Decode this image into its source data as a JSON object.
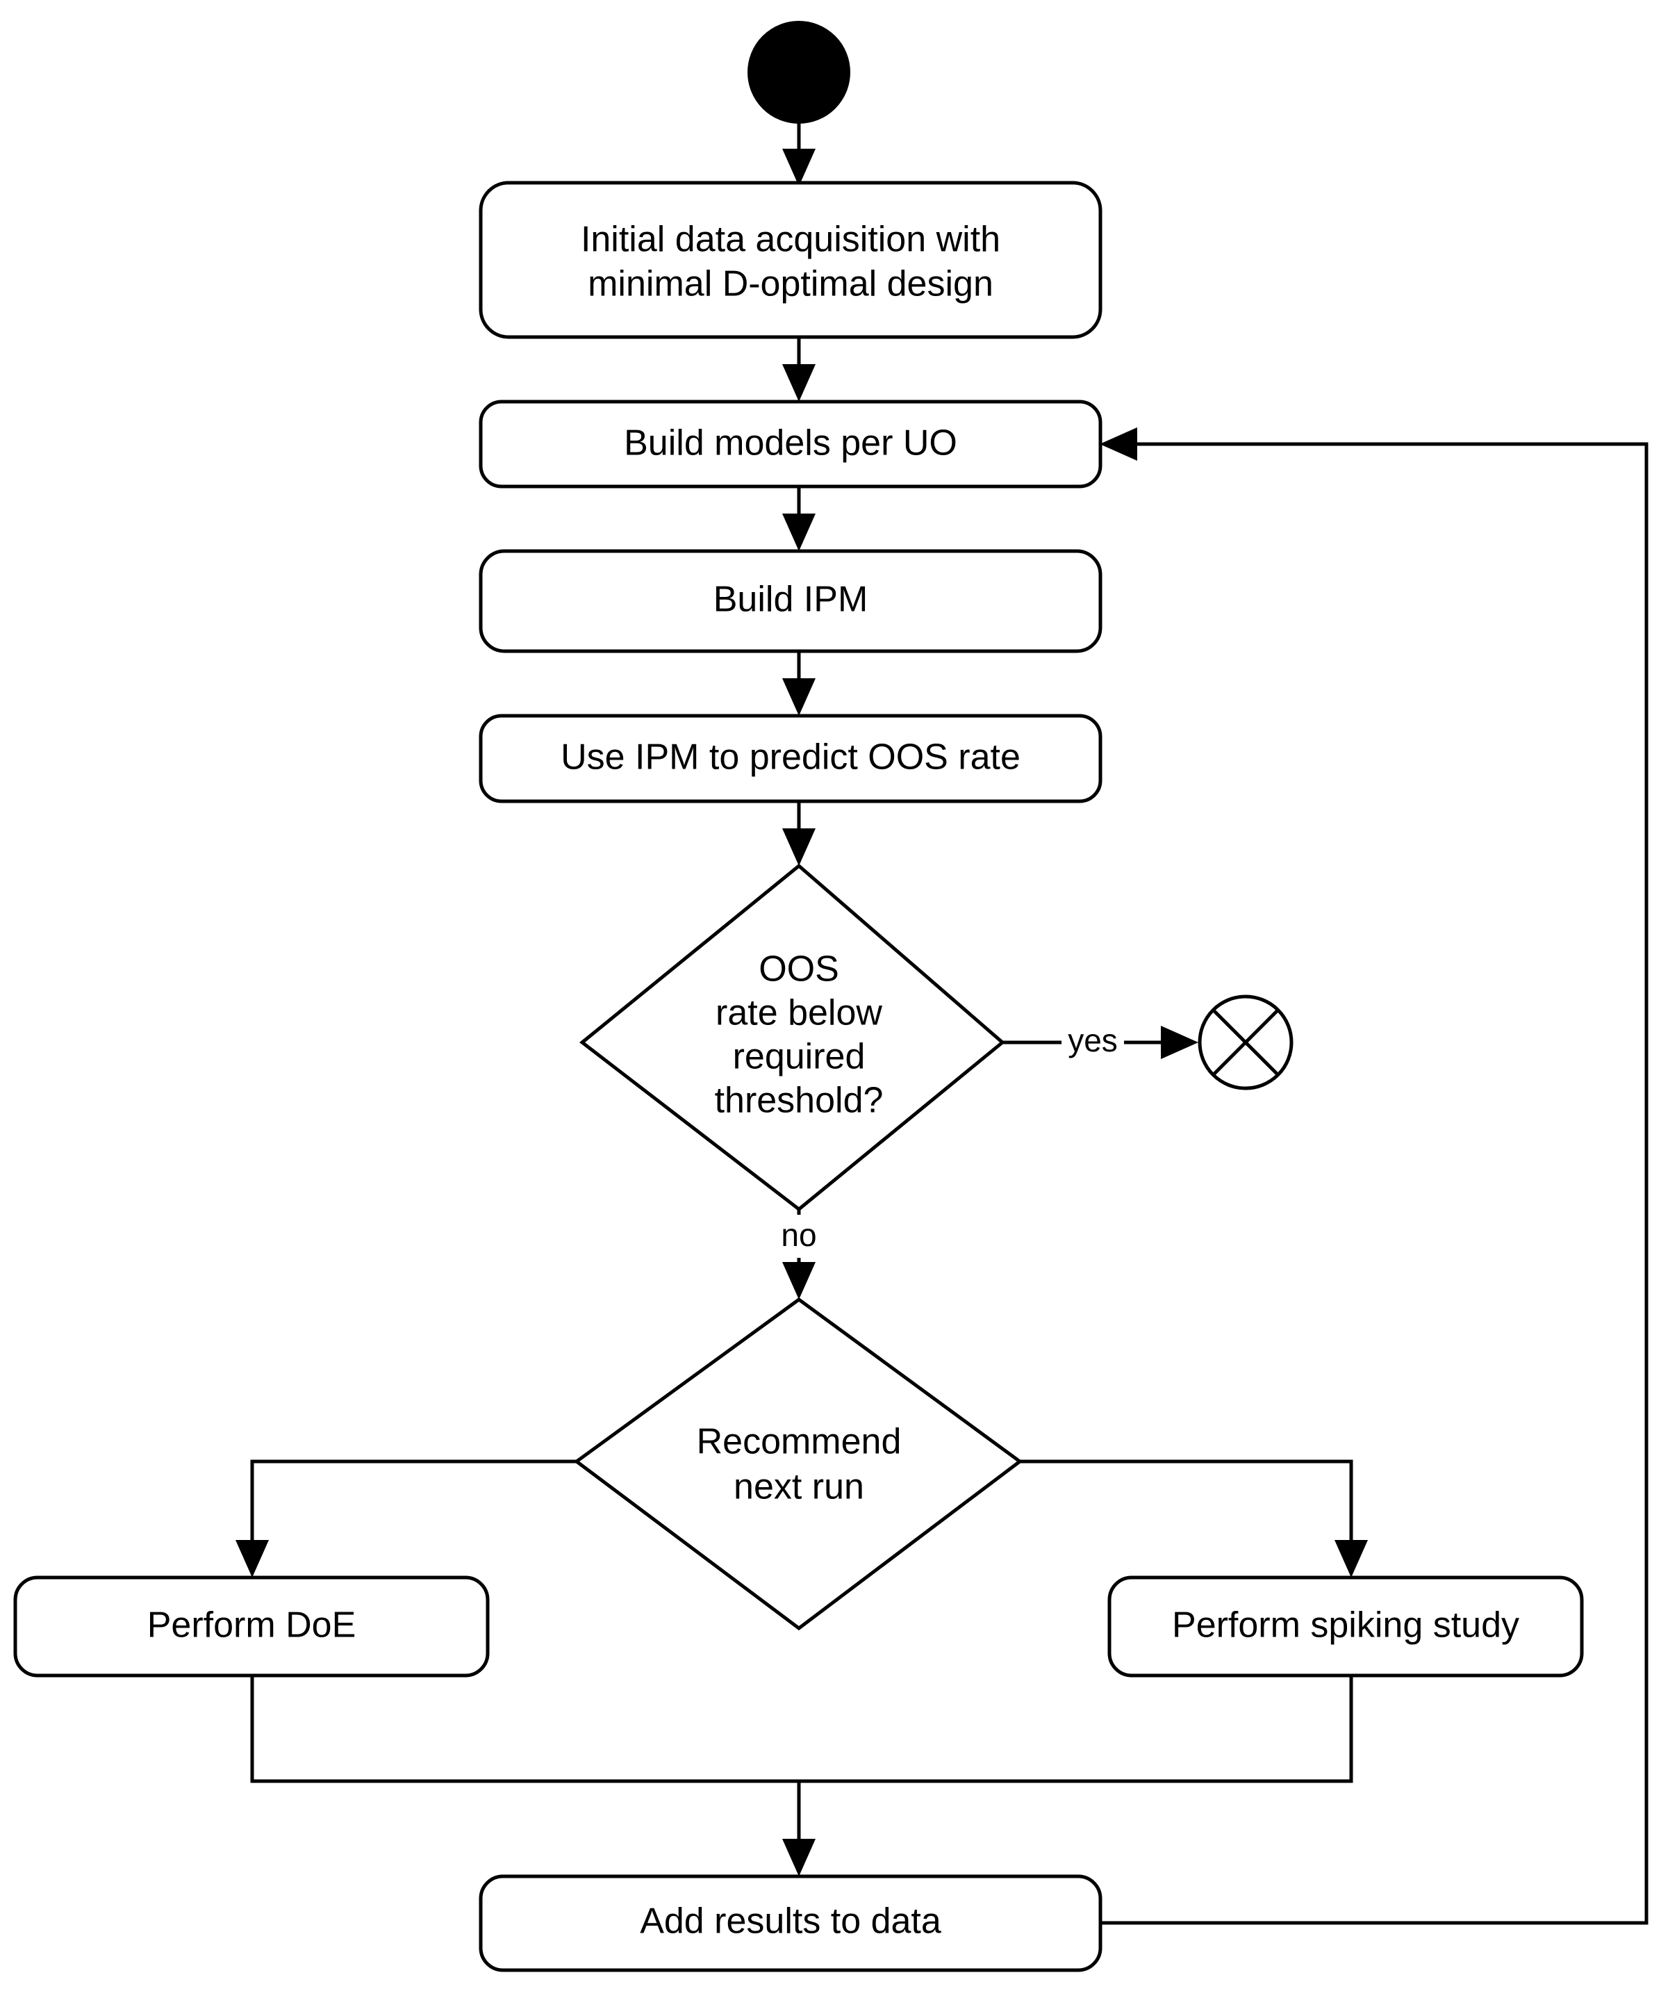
{
  "diagram": {
    "type": "activity-flowchart",
    "background_color": "#ffffff",
    "line_color": "#000000",
    "text_color": "#000000",
    "nodes": [
      {
        "id": "start",
        "kind": "initial-node",
        "label": ""
      },
      {
        "id": "initial_data",
        "kind": "action",
        "label_line1": "Initial data acquisition with",
        "label_line2": "minimal D-optimal design"
      },
      {
        "id": "build_models",
        "kind": "action",
        "label": "Build models per UO"
      },
      {
        "id": "build_ipm",
        "kind": "action",
        "label": "Build IPM"
      },
      {
        "id": "use_ipm",
        "kind": "action",
        "label": "Use IPM to predict OOS rate"
      },
      {
        "id": "oos_check",
        "kind": "decision",
        "label_line1": "OOS",
        "label_line2": "rate below",
        "label_line3": "required",
        "label_line4": "threshold?"
      },
      {
        "id": "flow_final",
        "kind": "flow-final-node",
        "label": ""
      },
      {
        "id": "recommend",
        "kind": "decision",
        "label_line1": "Recommend",
        "label_line2": "next run"
      },
      {
        "id": "perform_doe",
        "kind": "action",
        "label": "Perform DoE"
      },
      {
        "id": "perform_spike",
        "kind": "action",
        "label": "Perform spiking study"
      },
      {
        "id": "add_results",
        "kind": "action",
        "label": "Add results to data"
      }
    ],
    "edge_labels": {
      "yes": "yes",
      "no": "no"
    },
    "edges": [
      {
        "from": "start",
        "to": "initial_data",
        "label": ""
      },
      {
        "from": "initial_data",
        "to": "build_models",
        "label": ""
      },
      {
        "from": "build_models",
        "to": "build_ipm",
        "label": ""
      },
      {
        "from": "build_ipm",
        "to": "use_ipm",
        "label": ""
      },
      {
        "from": "use_ipm",
        "to": "oos_check",
        "label": ""
      },
      {
        "from": "oos_check",
        "to": "flow_final",
        "label": "yes"
      },
      {
        "from": "oos_check",
        "to": "recommend",
        "label": "no"
      },
      {
        "from": "recommend",
        "to": "perform_doe",
        "label": ""
      },
      {
        "from": "recommend",
        "to": "perform_spike",
        "label": ""
      },
      {
        "from": "perform_doe",
        "to": "add_results",
        "label": ""
      },
      {
        "from": "perform_spike",
        "to": "add_results",
        "label": ""
      },
      {
        "from": "add_results",
        "to": "build_models",
        "label": ""
      }
    ]
  }
}
